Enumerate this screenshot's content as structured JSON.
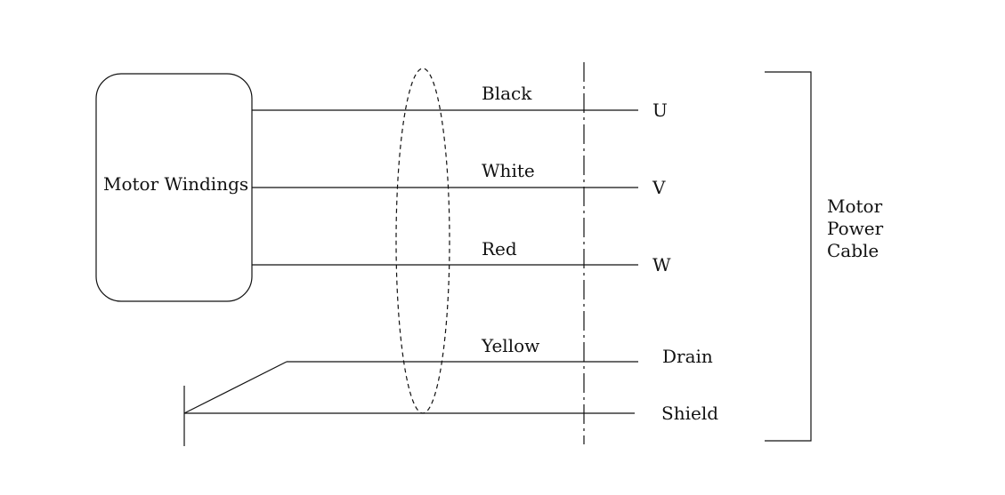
{
  "colors": {
    "line": "#111111",
    "background": "#ffffff"
  },
  "motor_box": {
    "label": "Motor Windings"
  },
  "wires": [
    {
      "color_name": "Black",
      "terminal": "U"
    },
    {
      "color_name": "White",
      "terminal": "V"
    },
    {
      "color_name": "Red",
      "terminal": "W"
    },
    {
      "color_name": "Yellow",
      "terminal": "Drain"
    }
  ],
  "shield": {
    "terminal": "Shield"
  },
  "bracket": {
    "label_lines": [
      "Motor",
      "Power",
      "Cable"
    ]
  }
}
